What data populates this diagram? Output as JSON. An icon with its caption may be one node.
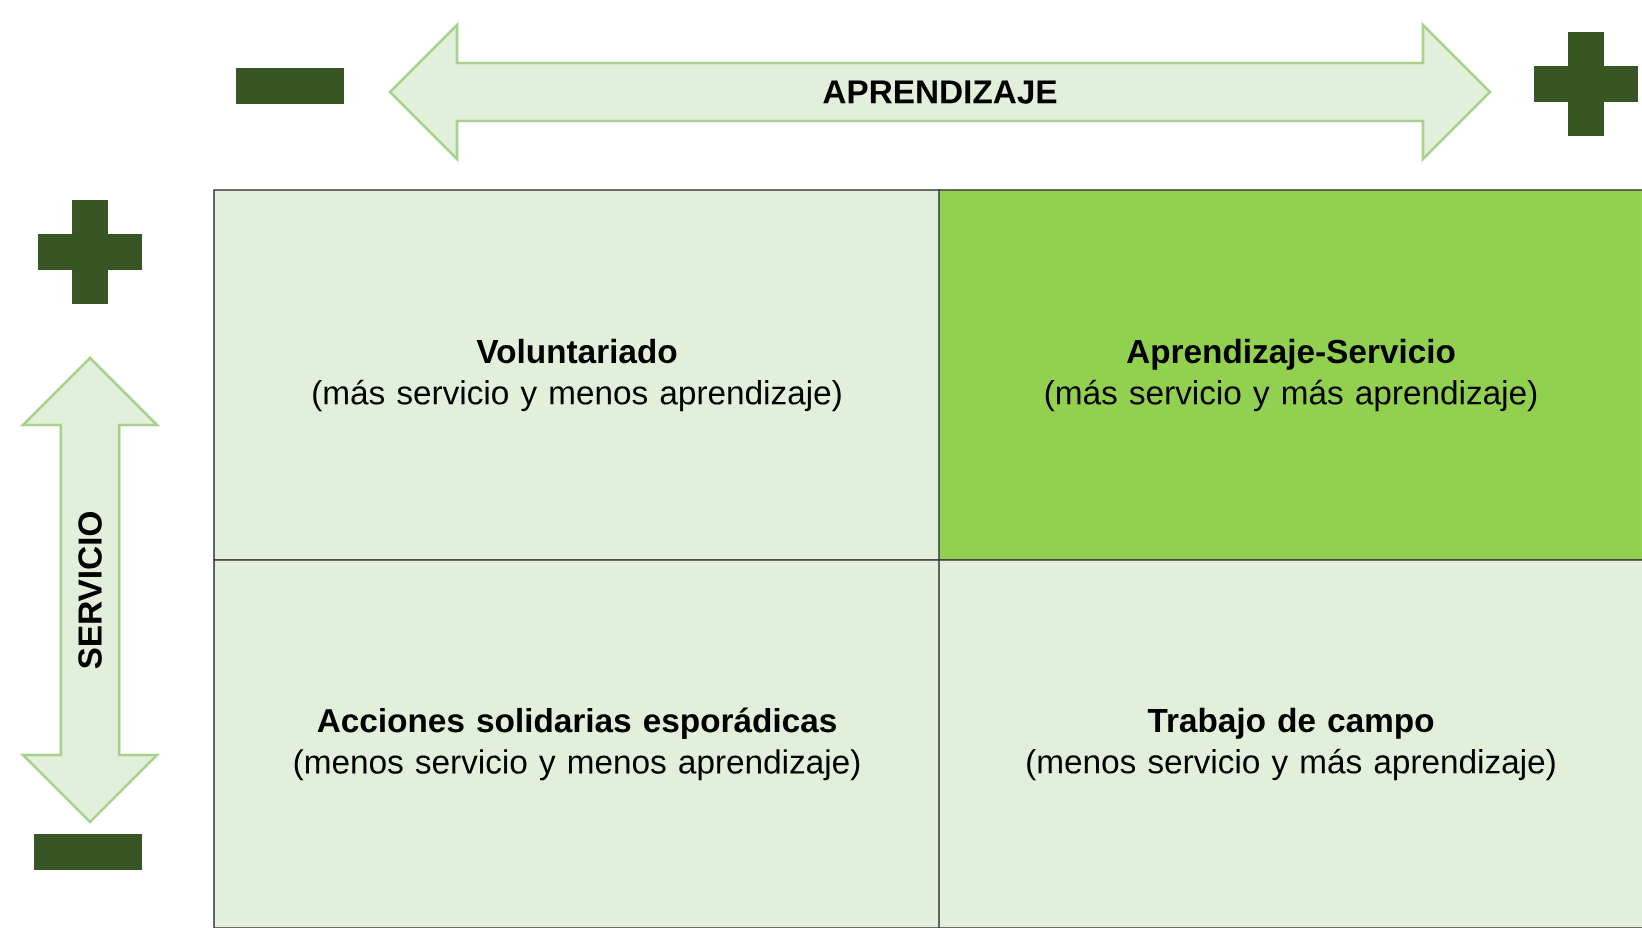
{
  "diagram": {
    "nodes": [
      {
        "text": [
          "APRENDIZAJE"
        ]
      },
      {
        "text": [
          "SERVICIO"
        ]
      },
      {
        "text": [
          "Voluntariado",
          "(más servicio y menos aprendizaje)"
        ]
      },
      {
        "text": [
          "Aprendizaje-Servicio",
          "(más servicio y más aprendizaje)"
        ]
      },
      {
        "text": [
          "Acciones solidarias esporádicas",
          "(menos servicio y menos aprendizaje)"
        ]
      },
      {
        "text": [
          "Trabajo de campo",
          "(menos servicio y más aprendizaje)"
        ]
      }
    ]
  }
}
